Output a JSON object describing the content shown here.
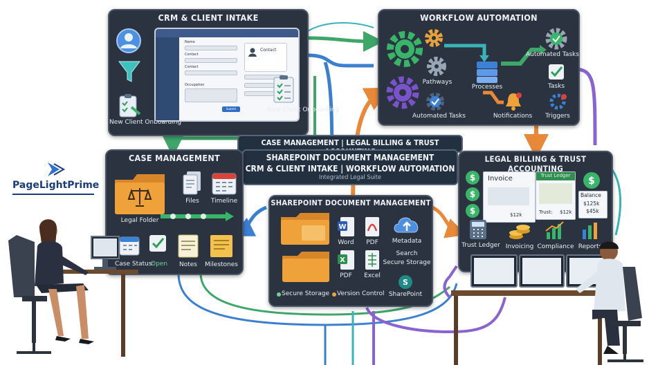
{
  "brand": {
    "logo_text": "PageLightPrime"
  },
  "crm": {
    "title": "CRM & CLIENT INTAKE",
    "onboarding_left": "New Client Onboarding",
    "onboarding_right": "New Client Onboarding",
    "form": {
      "name": "Name",
      "contact_a": "Contact",
      "contact_b": "Contact",
      "occupation": "Occupation",
      "submit": "Submit",
      "contact_card": "Contact"
    }
  },
  "workflow": {
    "title": "WORKFLOW AUTOMATION",
    "pathways": "Pathways",
    "processes": "Processes",
    "automated_tasks_top": "Automated Tasks",
    "tasks": "Tasks",
    "automated_tasks_bottom": "Automated Tasks",
    "notifications": "Notifications",
    "triggers": "Triggers"
  },
  "center": {
    "line1": "CASE MANAGEMENT | LEGAL BILLING & TRUST ACCOUNTING",
    "line2": "SHAREPOINT DOCUMENT MANAGEMENT",
    "line3": "CRM & CLIENT INTAKE | WORKFLOW AUTOMATION",
    "line4": "Integrated Legal Suite"
  },
  "case": {
    "title": "CASE MANAGEMENT",
    "legal_folder": "Legal Folder",
    "files": "Files",
    "timeline": "Timeline",
    "case_status_label": "Case Status:",
    "case_status_value": "Open",
    "notes": "Notes",
    "milestones": "Milestones"
  },
  "sharepoint": {
    "title": "SHAREPOINT DOCUMENT MANAGEMENT",
    "word": "Word",
    "pdf_top": "PDF",
    "pdf_bottom": "PDF",
    "excel": "Excel",
    "metadata": "Metadata",
    "search": "Search",
    "secure_storage_right": "Secure Storage",
    "secure_storage_bottom": "Secure Storage",
    "version_control": "Version Control",
    "sharepoint_label": "SharePoint"
  },
  "billing": {
    "title": "LEGAL BILLING & TRUST ACCOUNTING",
    "invoice": "Invoice",
    "invoice_amount": "$12k",
    "trust_ledger_card": "Trust Ledger",
    "trust_amount": "Trust:",
    "trust_value": "$12k",
    "balance": "Balance",
    "balance_1": "$125k",
    "balance_2": "$45k",
    "trust_ledger": "Trust Ledger",
    "invoicing": "Invoicing",
    "compliance": "Compliance",
    "reports": "Reports"
  },
  "colors": {
    "panel_bg": "#2b3340",
    "flow_green": "#3fa66a",
    "flow_blue": "#3a7fd0",
    "flow_orange": "#e8893a",
    "flow_purple": "#8a63d2",
    "flow_teal": "#38b3b8",
    "folder_orange": "#f0a23a",
    "gear_green": "#39b56a",
    "gear_blue": "#3b82d6",
    "gear_purple": "#7a52c9"
  }
}
